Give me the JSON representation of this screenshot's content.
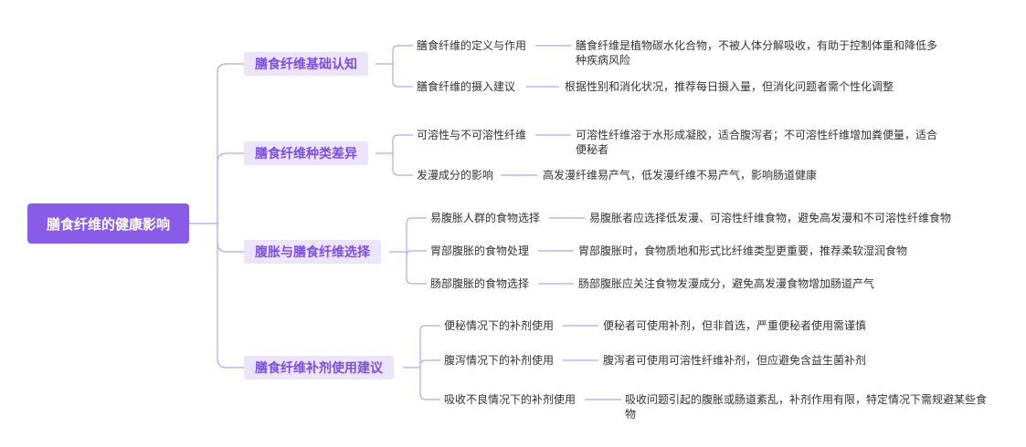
{
  "root": "膳食纤维的健康影响",
  "branches": [
    {
      "title": "膳食纤维基础认知",
      "items": [
        {
          "label": "膳食纤维的定义与作用",
          "detail": "膳食纤维是植物碳水化合物，不被人体分解吸收，有助于控制体重和降低多种疾病风险"
        },
        {
          "label": "膳食纤维的摄入建议",
          "detail": "根据性别和消化状况，推荐每日摄入量，但消化问题者需个性化调整"
        }
      ]
    },
    {
      "title": "膳食纤维种类差异",
      "items": [
        {
          "label": "可溶性与不可溶性纤维",
          "detail": "可溶性纤维溶于水形成凝胶，适合腹泻者；不可溶性纤维增加粪便量，适合便秘者"
        },
        {
          "label": "发漫成分的影响",
          "detail": "高发漫纤维易产气，低发漫纤维不易产气，影响肠道健康"
        }
      ]
    },
    {
      "title": "腹胀与膳食纤维选择",
      "items": [
        {
          "label": "易腹胀人群的食物选择",
          "detail": "易腹胀者应选择低发漫、可溶性纤维食物，避免高发漫和不可溶性纤维食物"
        },
        {
          "label": "胃部腹胀的食物处理",
          "detail": "胃部腹胀时，食物质地和形式比纤维类型更重要，推荐柔软湿润食物"
        },
        {
          "label": "肠部腹胀的食物选择",
          "detail": "肠部腹胀应关注食物发漫成分，避免高发漫食物增加肠道产气"
        }
      ]
    },
    {
      "title": "膳食纤维补剂使用建议",
      "items": [
        {
          "label": "便秘情况下的补剂使用",
          "detail": "便秘者可使用补剂，但非首选，严重便秘者使用需谨慎"
        },
        {
          "label": "腹泻情况下的补剂使用",
          "detail": "腹泻者可使用可溶性纤维补剂，但应避免含益生菌补剂"
        },
        {
          "label": "吸收不良情况下的补剂使用",
          "detail": "吸收问题引起的腹胀或肠道紊乱，补剂作用有限，特定情况下需规避某些食物"
        }
      ]
    }
  ]
}
